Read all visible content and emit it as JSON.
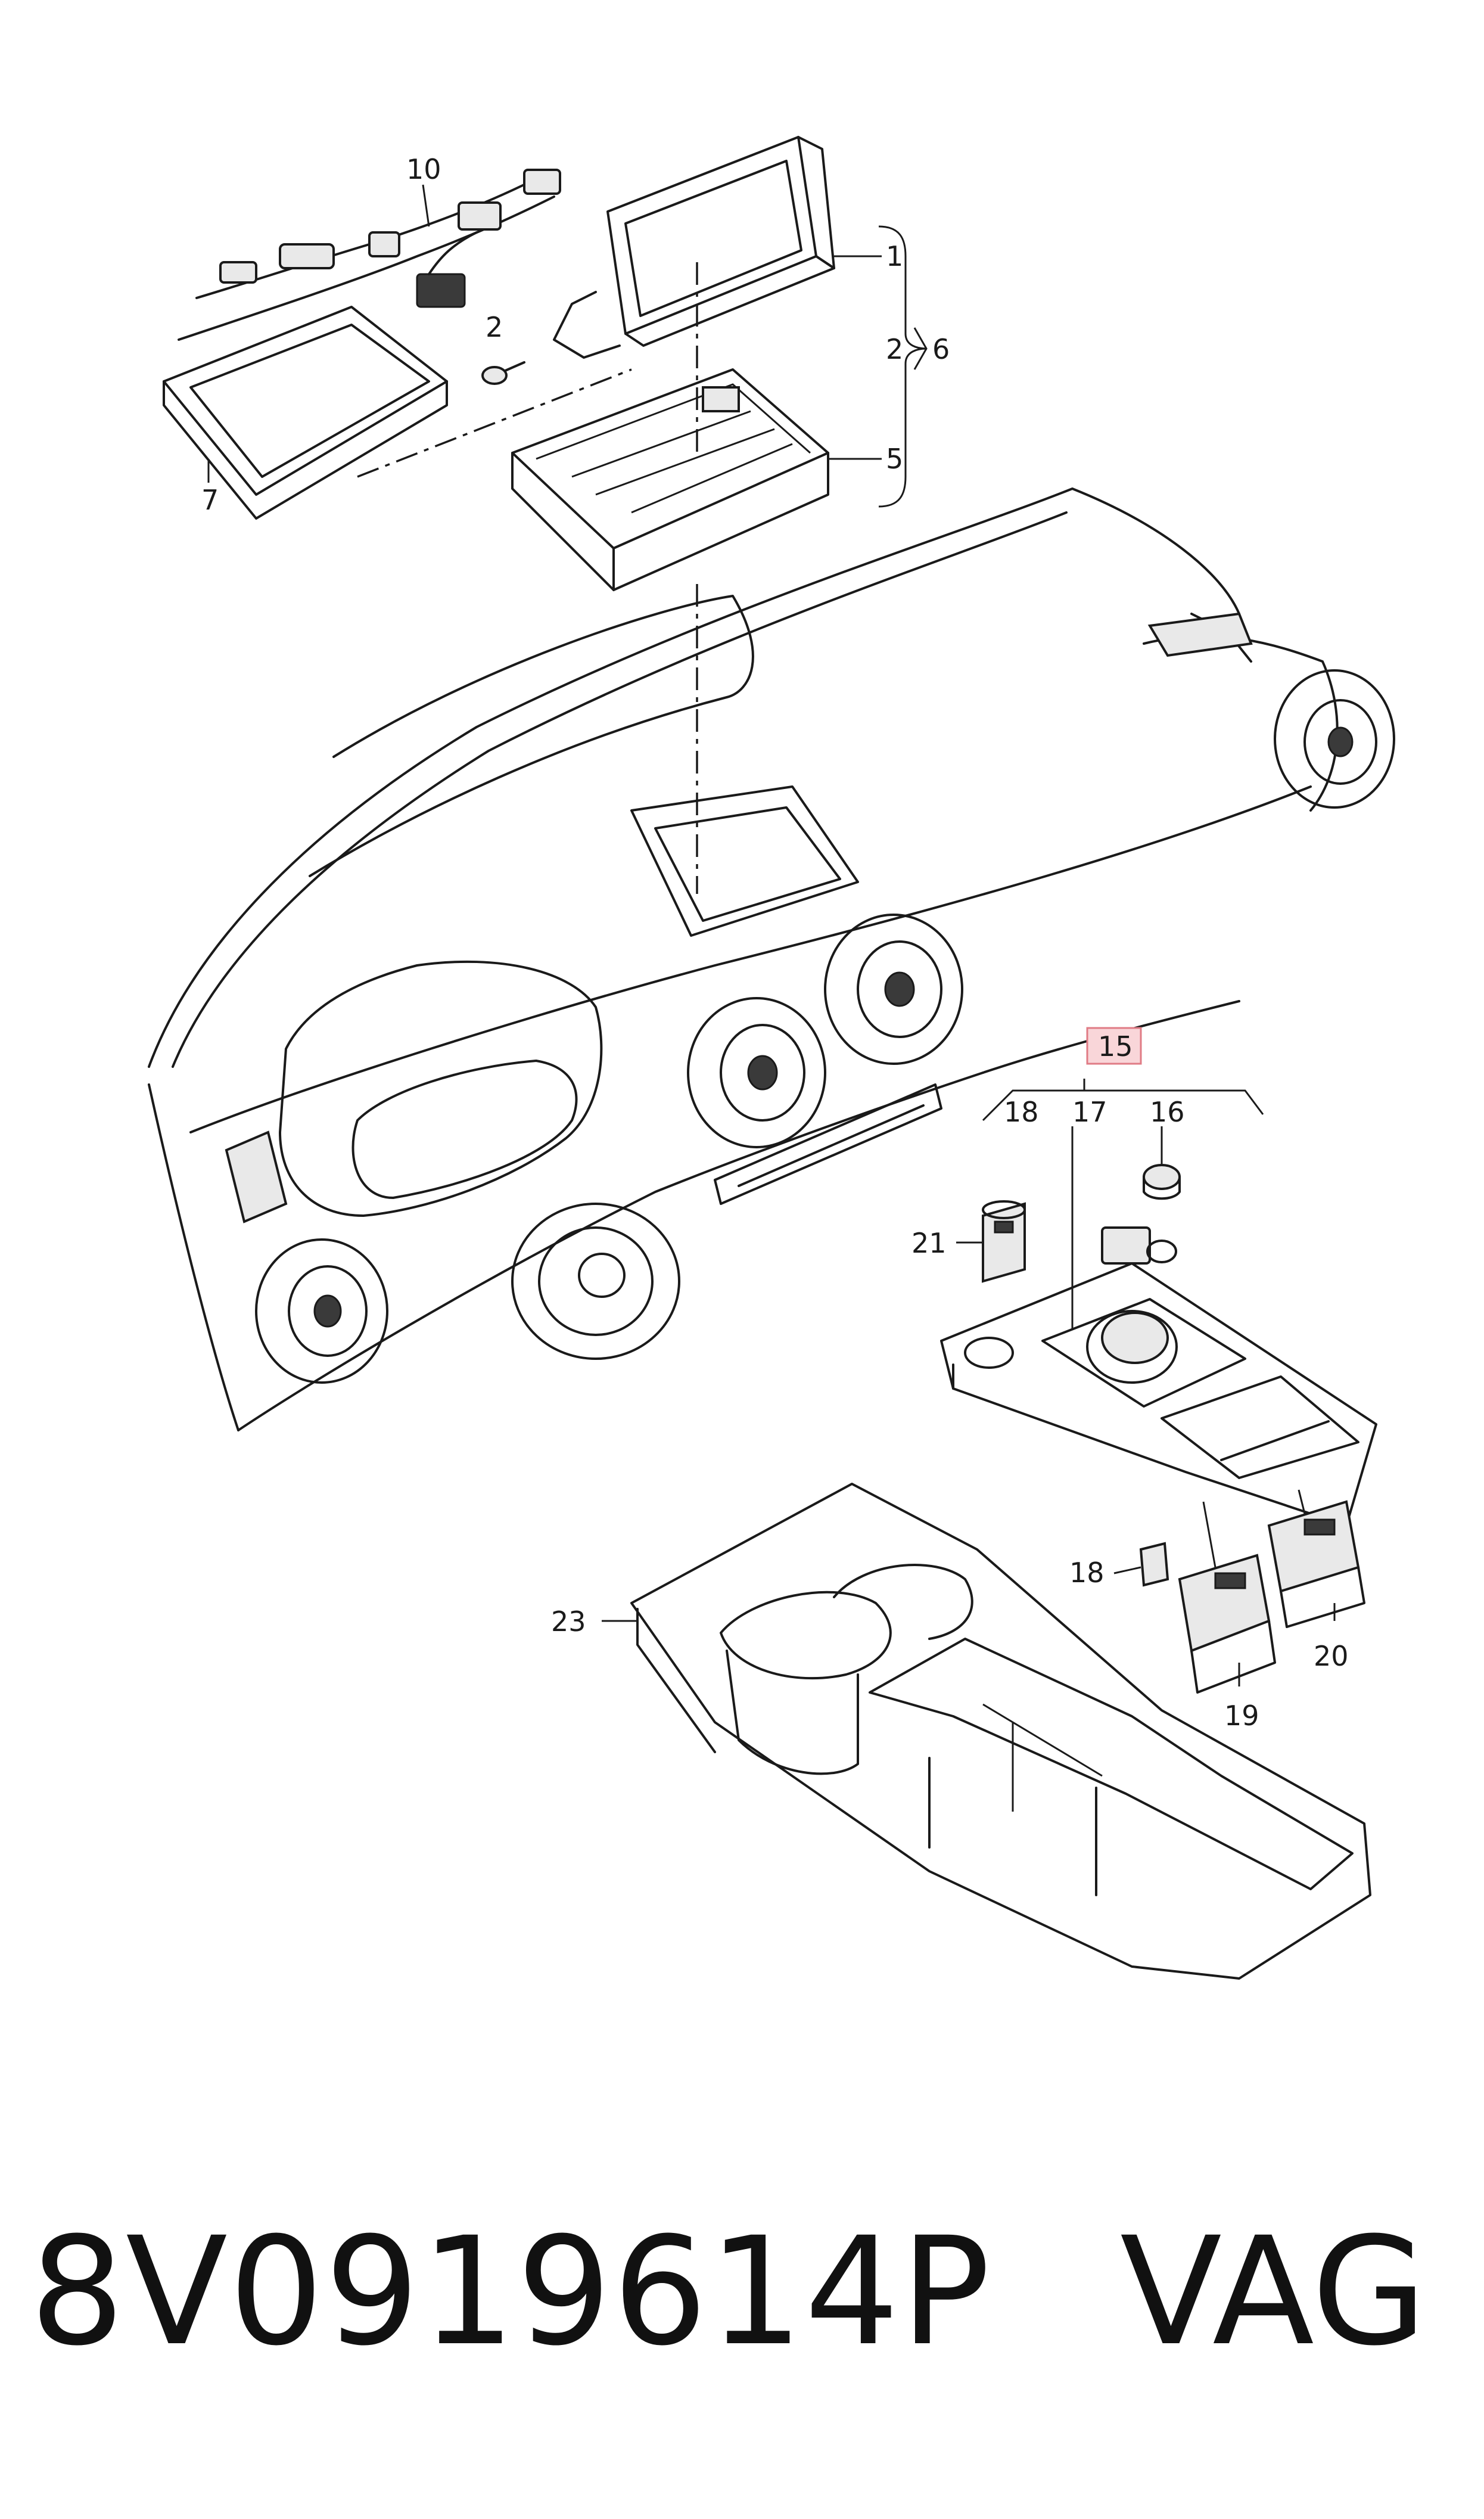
{
  "callouts": {
    "c1": "1",
    "c2a": "2",
    "c2b": "2",
    "c5": "5",
    "c6": "6",
    "c7": "7",
    "c10": "10",
    "c15": "15",
    "c16": "16",
    "c17": "17",
    "c18a": "18",
    "c18b": "18",
    "c19": "19",
    "c20": "20",
    "c21": "21",
    "c23": "23"
  },
  "colors": {
    "line": "#1a1a1a",
    "highlight_fill": "#f9d6d9",
    "highlight_stroke": "#e07b85"
  },
  "footer": {
    "part_number": "8V0919614P",
    "brand": "VAG"
  }
}
